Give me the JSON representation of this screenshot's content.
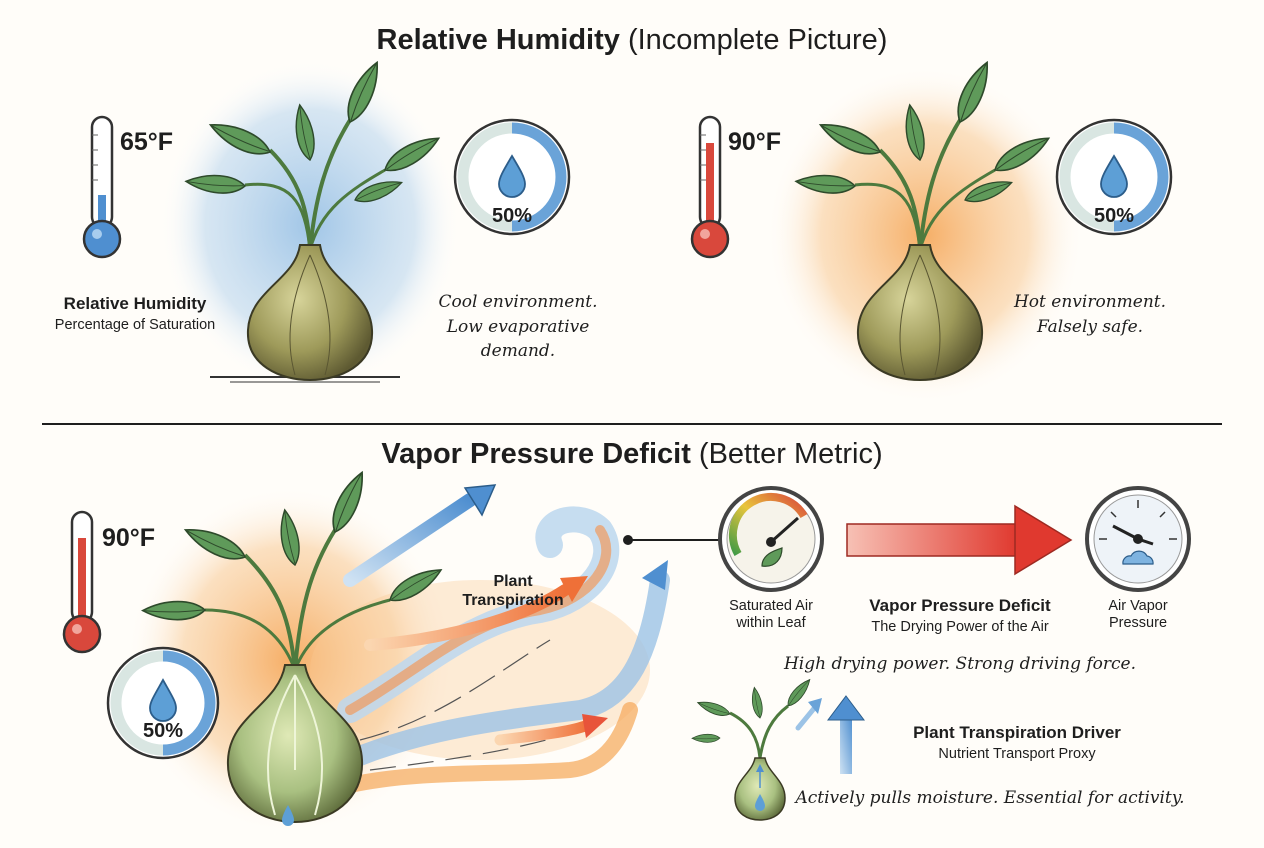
{
  "colors": {
    "cool_wash": "#a9cbe8",
    "warm_wash": "#f6b36b",
    "thermo_cool": "#4f8fd0",
    "thermo_hot": "#d9483c",
    "gauge_blue": "#6aa3d8",
    "arrow_red": "#e0463a"
  },
  "top": {
    "title_bold": "Relative Humidity",
    "title_rest": "(Incomplete Picture)",
    "left": {
      "temp": "65°F",
      "humidity": "50%",
      "label_title": "Relative Humidity",
      "label_sub": "Percentage of Saturation",
      "note_line1": "Cool environment.",
      "note_line2": "Low evaporative demand."
    },
    "right": {
      "temp": "90°F",
      "humidity": "50%",
      "note_line1": "Hot environment.",
      "note_line2": "Falsely safe."
    }
  },
  "bottom": {
    "title_bold": "Vapor Pressure Deficit",
    "title_rest": "(Better Metric)",
    "temp": "90°F",
    "humidity": "50%",
    "transpiration_line1": "Plant",
    "transpiration_line2": "Transpiration",
    "saturated_line1": "Saturated Air",
    "saturated_line2": "within Leaf",
    "vpd_title": "Vapor Pressure Deficit",
    "vpd_sub": "The Drying Power of the Air",
    "air_line1": "Air Vapor",
    "air_line2": "Pressure",
    "drying_note": "High drying power. Strong driving force.",
    "driver_title": "Plant Transpiration Driver",
    "driver_sub": "Nutrient Transport Proxy",
    "driver_note": "Actively pulls moisture. Essential for activity."
  },
  "icons": [
    "thermometer-icon",
    "humidity-gauge-icon",
    "water-drop-icon",
    "pressure-gauge-icon",
    "leaf-icon",
    "cloud-icon",
    "arrow-up-icon",
    "arrow-right-icon"
  ]
}
